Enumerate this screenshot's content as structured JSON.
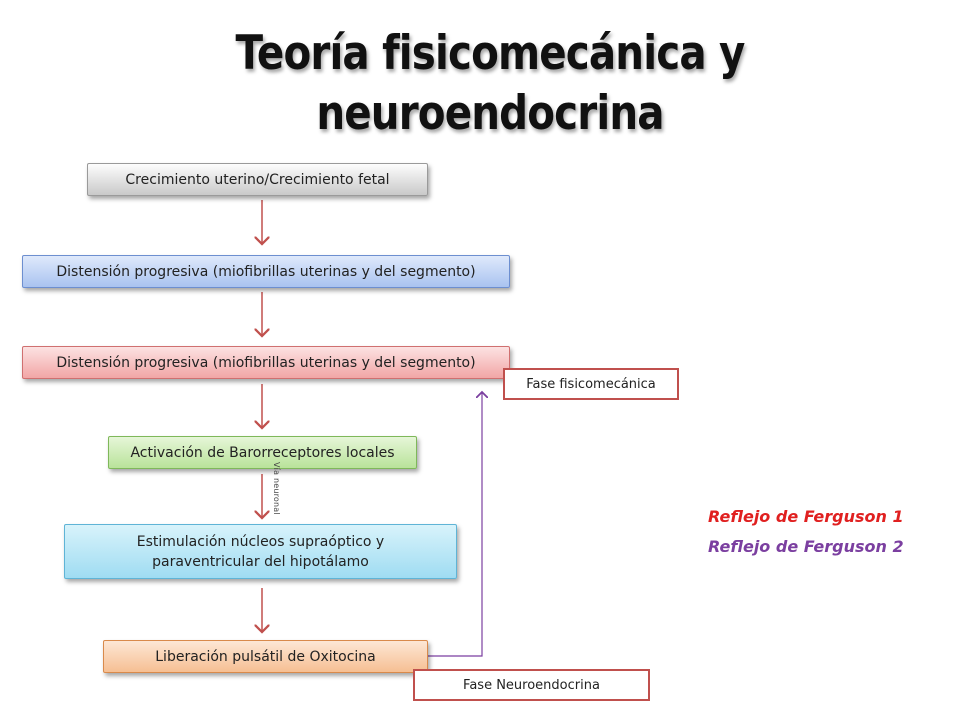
{
  "title": {
    "line1": "Teoría fisicomecánica y",
    "line2": "neuroendocrina"
  },
  "flow": {
    "step1": "Crecimiento uterino/Crecimiento fetal",
    "step2": "Distensión progresiva (miofibrillas uterinas y del segmento)",
    "step3": "Distensión progresiva (miofibrillas uterinas y del segmento)",
    "step4": "Activación de Barorreceptores locales",
    "step5": "Estimulación núcleos supraóptico y paraventricular del hipotálamo",
    "step6": "Liberación pulsátil de Oxitocina"
  },
  "phases": {
    "fisicomecanica": "Fase fisicomecánica",
    "neuroendocrina": "Fase Neuroendocrina"
  },
  "side_note": "Vía neuronal",
  "legend": {
    "item1": "Reflejo de Ferguson 1",
    "item2": "Reflejo de Ferguson 2",
    "color1": "#e02020",
    "color2": "#7b3fa0"
  },
  "colors": {
    "arrow": "#c0504d",
    "feedback": "#7b3fa0"
  }
}
